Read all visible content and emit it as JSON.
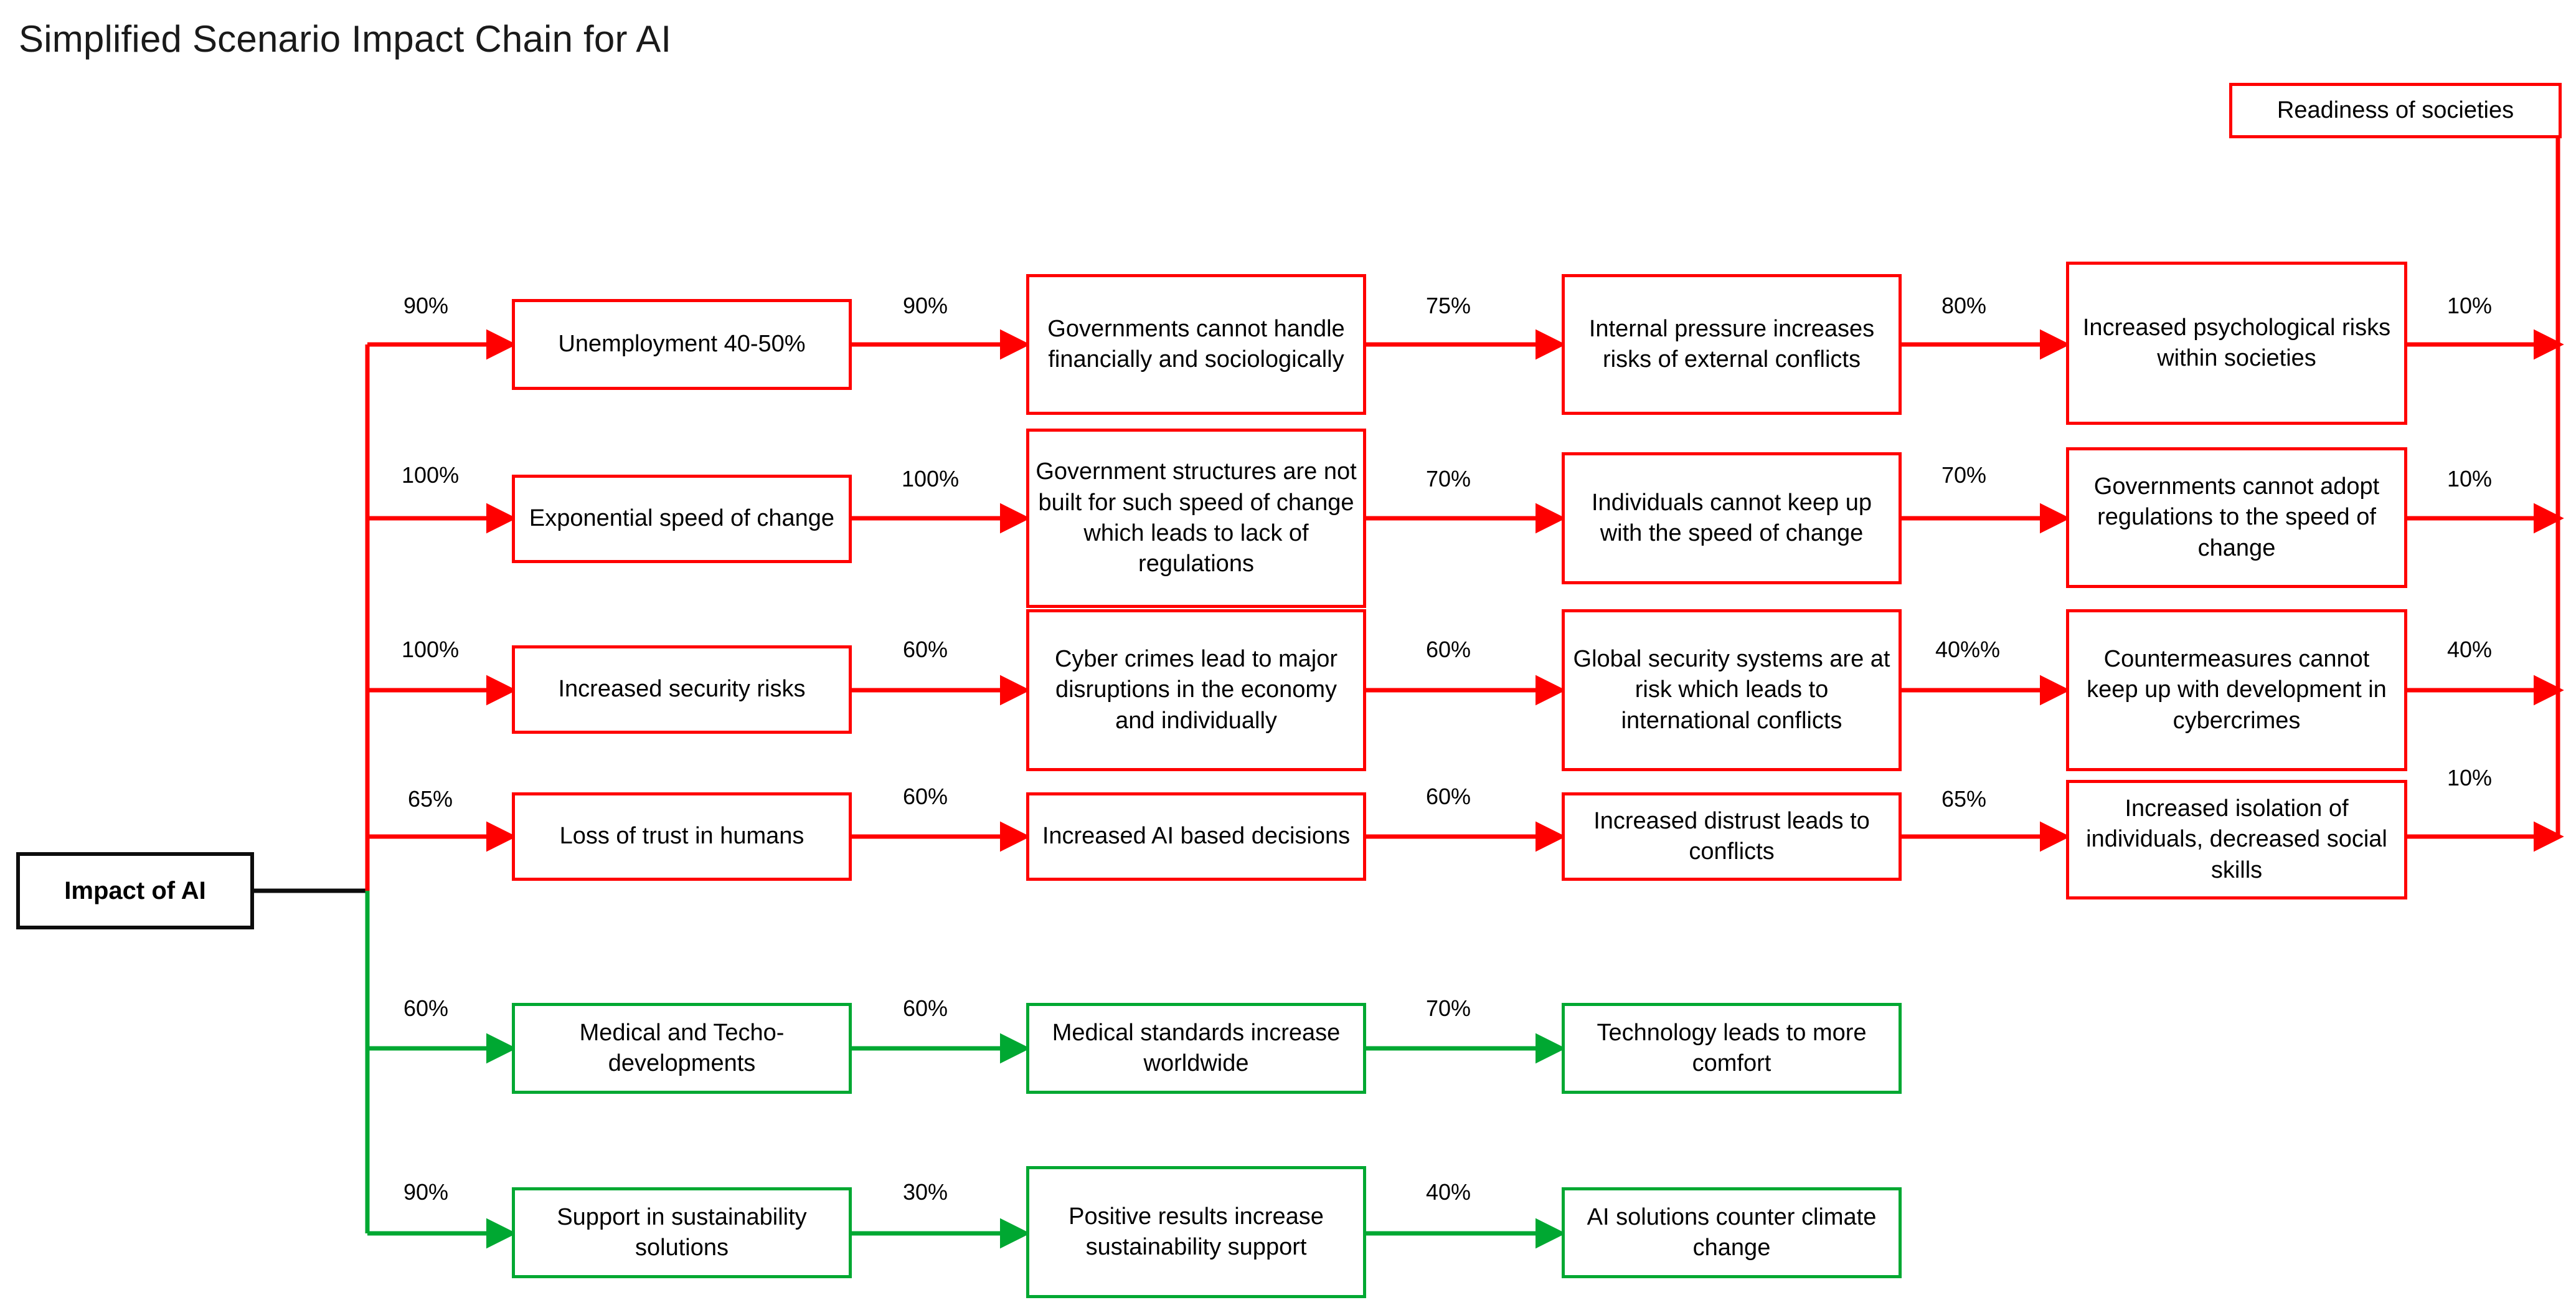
{
  "title": "Simplified Scenario Impact Chain for AI",
  "colors": {
    "negative_branch": "#FF0000",
    "positive_branch": "#00A832",
    "root_border": "#0d0d0d",
    "text": "#000000",
    "background": "#FFFFFF"
  },
  "root": {
    "label": "Impact of AI"
  },
  "outcome": {
    "label": "Readiness of societies"
  },
  "rows": [
    {
      "branch": "negative",
      "root_pct": "90%",
      "stages": [
        {
          "label": "Unemployment 40-50%",
          "pct_out": "90%"
        },
        {
          "label": "Governments cannot handle financially and sociologically",
          "pct_out": "75%"
        },
        {
          "label": "Internal pressure increases risks of external conflicts",
          "pct_out": "80%"
        },
        {
          "label": "Increased psychological risks within societies",
          "pct_out": "10%"
        }
      ]
    },
    {
      "branch": "negative",
      "root_pct": "100%",
      "stages": [
        {
          "label": "Exponential speed of change",
          "pct_out": "100%"
        },
        {
          "label": "Government structures are not built for such speed of change which leads to lack of regulations",
          "pct_out": "70%"
        },
        {
          "label": "Individuals cannot keep up with the speed of change",
          "pct_out": "70%"
        },
        {
          "label": "Governments cannot adopt regulations to the speed of change",
          "pct_out": "10%"
        }
      ]
    },
    {
      "branch": "negative",
      "root_pct": "100%",
      "stages": [
        {
          "label": "Increased security risks",
          "pct_out": "60%"
        },
        {
          "label": "Cyber crimes lead to major disruptions in the economy and individually",
          "pct_out": "60%"
        },
        {
          "label": "Global security systems are at risk which leads to international conflicts",
          "pct_out": "40%%"
        },
        {
          "label": "Countermeasures cannot keep up with development in cybercrimes",
          "pct_out": "40%"
        }
      ]
    },
    {
      "branch": "negative",
      "root_pct": "65%",
      "stages": [
        {
          "label": "Loss of trust in humans",
          "pct_out": "60%"
        },
        {
          "label": "Increased AI based decisions",
          "pct_out": "60%"
        },
        {
          "label": "Increased distrust leads to conflicts",
          "pct_out": "65%"
        },
        {
          "label": "Increased isolation of individuals, decreased social skills",
          "pct_out": "10%"
        }
      ]
    },
    {
      "branch": "positive",
      "root_pct": "60%",
      "stages": [
        {
          "label": "Medical and Techo-developments",
          "pct_out": "60%"
        },
        {
          "label": "Medical standards increase worldwide",
          "pct_out": "70%"
        },
        {
          "label": "Technology leads to more comfort",
          "pct_out": ""
        }
      ]
    },
    {
      "branch": "positive",
      "root_pct": "90%",
      "stages": [
        {
          "label": "Support in sustainability solutions",
          "pct_out": "30%"
        },
        {
          "label": "Positive results increase sustainability support",
          "pct_out": "40%"
        },
        {
          "label": "AI solutions counter climate change",
          "pct_out": ""
        }
      ]
    }
  ]
}
